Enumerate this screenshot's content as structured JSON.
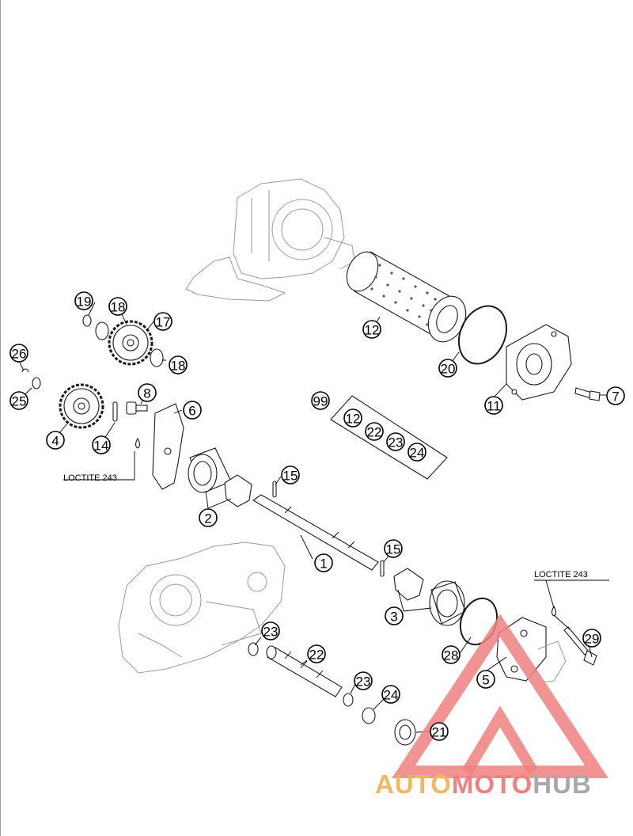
{
  "diagram": {
    "callouts": [
      "1",
      "2",
      "3",
      "4",
      "5",
      "6",
      "7",
      "8",
      "11",
      "12",
      "14",
      "15",
      "15",
      "17",
      "18",
      "18",
      "19",
      "20",
      "21",
      "22",
      "23",
      "23",
      "24",
      "25",
      "26",
      "28",
      "29"
    ],
    "kit": {
      "number": "99",
      "contents": [
        "12",
        "22",
        "23",
        "24"
      ]
    },
    "loctite_labels": [
      "LOCTITE 243",
      "LOCTITE 243"
    ]
  },
  "watermark": {
    "part1": "AUTO",
    "part2": "MOTO",
    "part3": "HUB",
    "colors": {
      "auto": "#f4b75e",
      "moto": "#f08080",
      "hub": "#a9a9a9",
      "triangle": "#f08080"
    }
  }
}
